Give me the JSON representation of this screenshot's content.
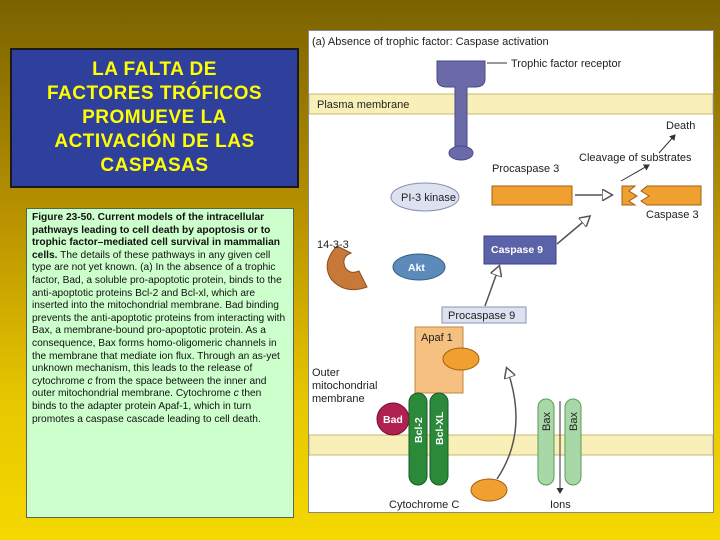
{
  "title": {
    "lines": [
      "LA FALTA DE",
      "FACTORES TRÓFICOS",
      "PROMUEVE LA",
      "ACTIVACIÓN DE LAS",
      "CASPASAS"
    ]
  },
  "caption": {
    "bold": "Figure 23-50. Current models of the intracellular pathways leading to cell death by apoptosis or to trophic factor–mediated cell survival in mammalian cells.",
    "text1": " The details of these pathways in any given cell type are not yet known. (a) In the absence of a trophic factor, Bad, a soluble pro-apoptotic protein, binds to the anti-apoptotic proteins Bcl-2 and Bcl-xl, which are inserted into the mitochondrial membrane. Bad binding prevents the anti-apoptotic proteins from interacting with Bax, a membrane-bound pro-apoptotic protein. As a consequence, Bax forms homo-oligomeric channels in the membrane that mediate ion flux. Through an as-yet unknown mechanism, this leads to the release of cytochrome ",
    "italic": "c",
    "text2": " from the space between the inner and outer mitochondrial membrane. Cytochrome ",
    "italic2": "c",
    "text3": " then binds to the adapter protein Apaf-1, which in turn promotes a caspase cascade leading to cell death."
  },
  "figure": {
    "panel_title": "(a)  Absence of trophic factor: Caspase activation",
    "trophic_receptor": "Trophic factor receptor",
    "plasma_membrane": "Plasma membrane",
    "death": "Death",
    "cleavage": "Cleavage of substrates",
    "procaspase3": "Procaspase 3",
    "caspase3": "Caspase 3",
    "pi3k": "PI-3 kinase",
    "protein1433": "14-3-3",
    "caspase9": "Caspase 9",
    "akt": "Akt",
    "procaspase9": "Procaspase 9",
    "apaf1": "Apaf 1",
    "outer_membrane": [
      "Outer",
      "mitochondrial",
      "membrane"
    ],
    "bad": "Bad",
    "bcl2": "Bcl-2",
    "bclxl": "Bcl-XL",
    "bax": "Bax",
    "cytochrome": "Cytochrome C",
    "ions": "Ions"
  },
  "colors": {
    "title_bg": "#2f3f9c",
    "title_text": "#ffff00",
    "caption_bg": "#ccffcc",
    "membrane": "#f8f0b8",
    "caspase9_bg": "#5a62a8",
    "orange": "#f0a030",
    "green": "#2a8a3a",
    "light_green": "#a8d8a8",
    "bad": "#b02050"
  }
}
